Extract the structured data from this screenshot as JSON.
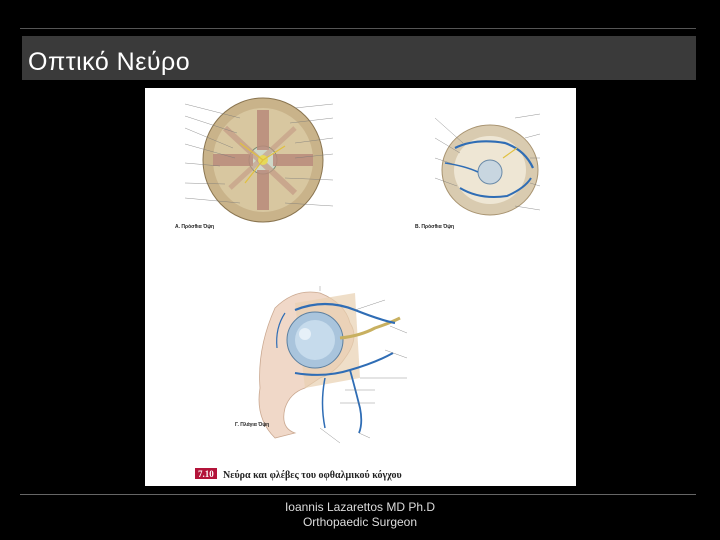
{
  "slide": {
    "title": "Οπτικό Νεύρο",
    "footer_line1": "Ioannis Lazarettos MD Ph.D",
    "footer_line2": "Orthopaedic Surgeon"
  },
  "figure": {
    "caption_number": "7.10",
    "caption_text": "Νεύρα και φλέβες του οφθαλμικού κόγχου",
    "panel_a_label": "Α. Πρόσθια Όψη",
    "panel_b_label": "Β. Πρόσθια Όψη",
    "panel_c_label": "Γ. Πλάγια Όψη",
    "caption_color": "#b3143a",
    "vein_color": "#2f6db5"
  }
}
